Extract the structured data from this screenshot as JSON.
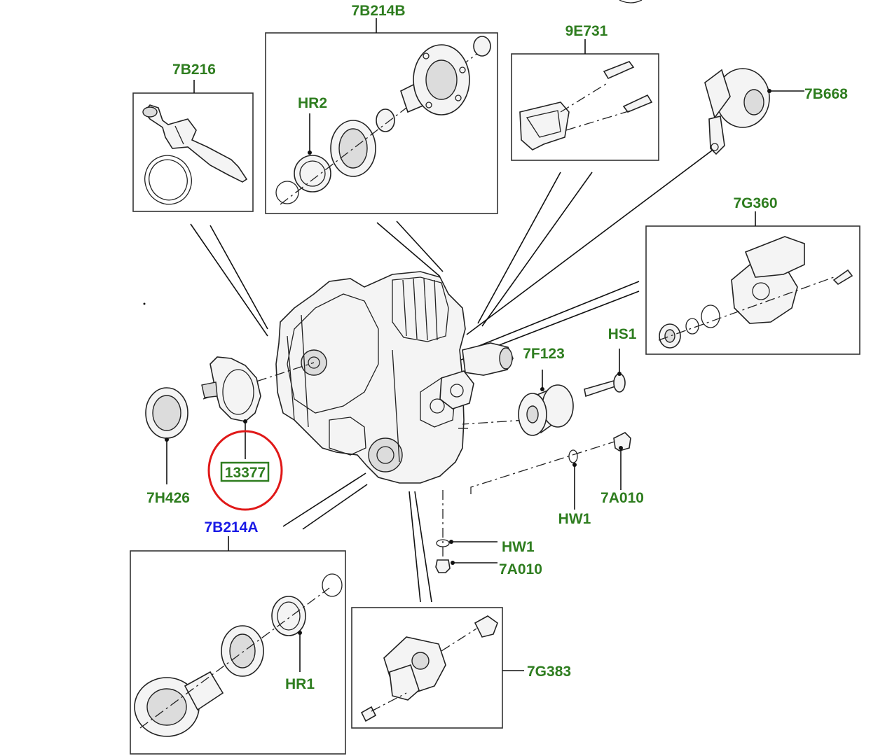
{
  "colors": {
    "label_green": "#2e7d1f",
    "label_blue": "#1a1ae6",
    "highlight_red": "#e01818",
    "line": "#222222"
  },
  "labels": {
    "7B214B": "7B214B",
    "9E731": "9E731",
    "7B216": "7B216",
    "HR2": "HR2",
    "7B668": "7B668",
    "7G360": "7G360",
    "HS1": "HS1",
    "7F123": "7F123",
    "13377": "13377",
    "7H426": "7H426",
    "7A010_right": "7A010",
    "HW1_right": "HW1",
    "7B214A": "7B214A",
    "HW1_center": "HW1",
    "7A010_center": "7A010",
    "HR1": "HR1",
    "7G383": "7G383"
  },
  "highlighted_part": "13377"
}
